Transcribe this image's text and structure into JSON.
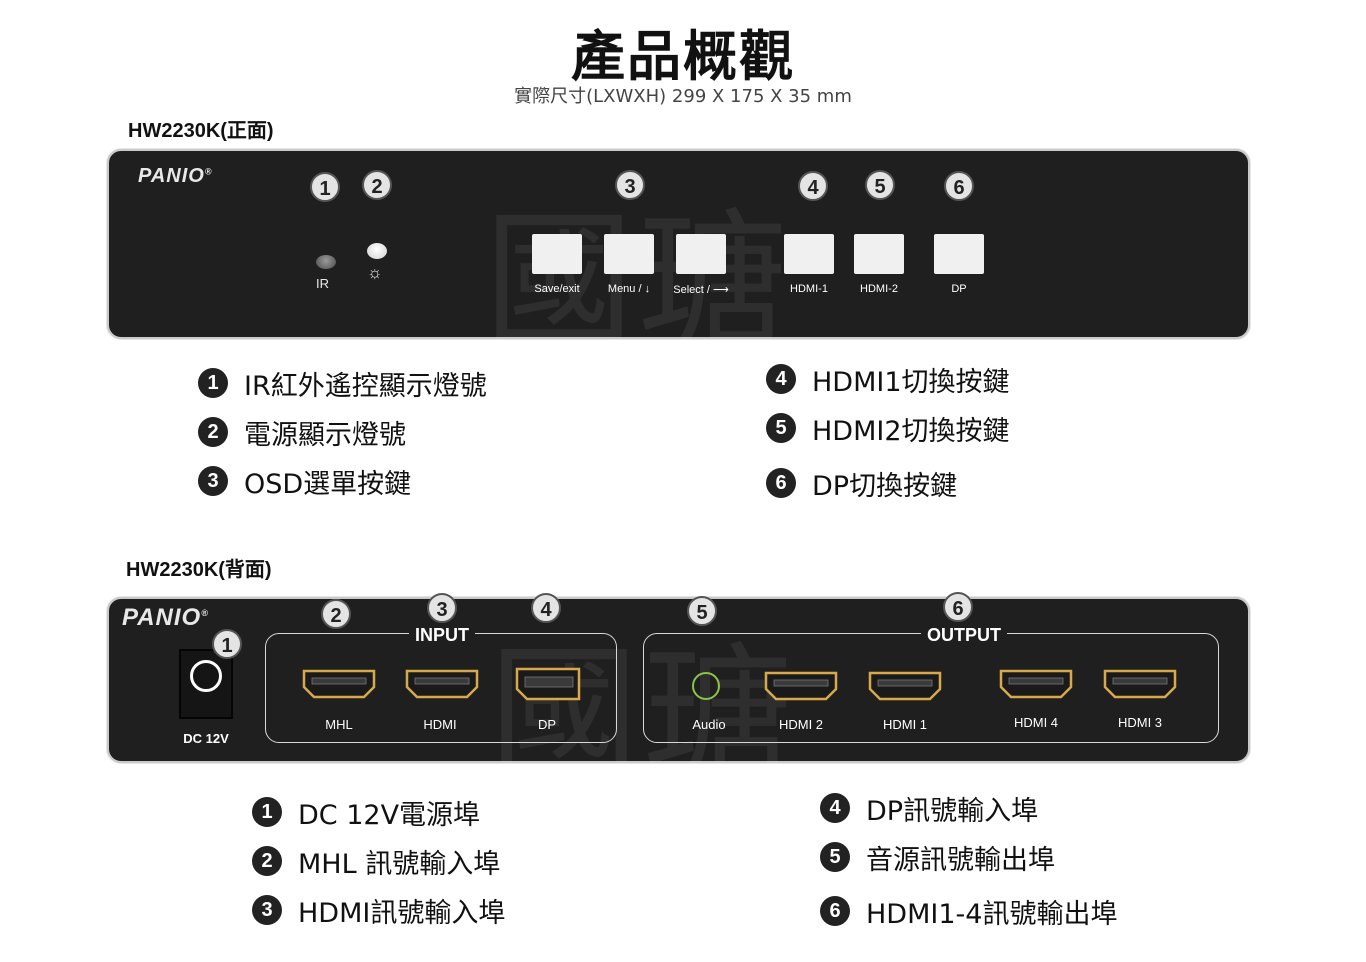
{
  "title": "產品概觀",
  "subtitle": "實際尺寸(LXWXH) 299 X 175 X 35 mm",
  "front": {
    "model_label": "HW2230K(正面)",
    "brand": "PANIO",
    "watermark": "國瑭",
    "callouts": [
      "1",
      "2",
      "3",
      "4",
      "5",
      "6"
    ],
    "ir_label": "IR",
    "power_symbol": "☼",
    "buttons": [
      {
        "label": "Save/exit"
      },
      {
        "label": "Menu / ↓"
      },
      {
        "label": "Select / ⟶"
      },
      {
        "label": "HDMI-1"
      },
      {
        "label": "HDMI-2"
      },
      {
        "label": "DP"
      }
    ],
    "legend_left": [
      {
        "num": "1",
        "text": "IR紅外遙控顯示燈號"
      },
      {
        "num": "2",
        "text": "電源顯示燈號"
      },
      {
        "num": "3",
        "text": "OSD選單按鍵"
      }
    ],
    "legend_right": [
      {
        "num": "4",
        "text": "HDMI1切換按鍵"
      },
      {
        "num": "5",
        "text": "HDMI2切換按鍵"
      },
      {
        "num": "6",
        "text": "DP切換按鍵"
      }
    ]
  },
  "back": {
    "model_label": "HW2230K(背面)",
    "brand": "PANIO",
    "watermark": "國瑭",
    "callouts": [
      "1",
      "2",
      "3",
      "4",
      "5",
      "6"
    ],
    "dc_label": "DC 12V",
    "input_title": "INPUT",
    "output_title": "OUTPUT",
    "input_ports": [
      "MHL",
      "HDMI",
      "DP"
    ],
    "output_ports": [
      "Audio",
      "HDMI 2",
      "HDMI 1",
      "HDMI 4",
      "HDMI 3"
    ],
    "legend_left": [
      {
        "num": "1",
        "text": "DC 12V電源埠"
      },
      {
        "num": "2",
        "text": "MHL 訊號輸入埠"
      },
      {
        "num": "3",
        "text": "HDMI訊號輸入埠"
      }
    ],
    "legend_right": [
      {
        "num": "4",
        "text": "DP訊號輸入埠"
      },
      {
        "num": "5",
        "text": "音源訊號輸出埠"
      },
      {
        "num": "6",
        "text": "HDMI1-4訊號輸出埠"
      }
    ]
  },
  "colors": {
    "panel": "#1f1f1f",
    "audio_ring": "#8bc34a",
    "hdmi_gold": "#d7a94b"
  }
}
